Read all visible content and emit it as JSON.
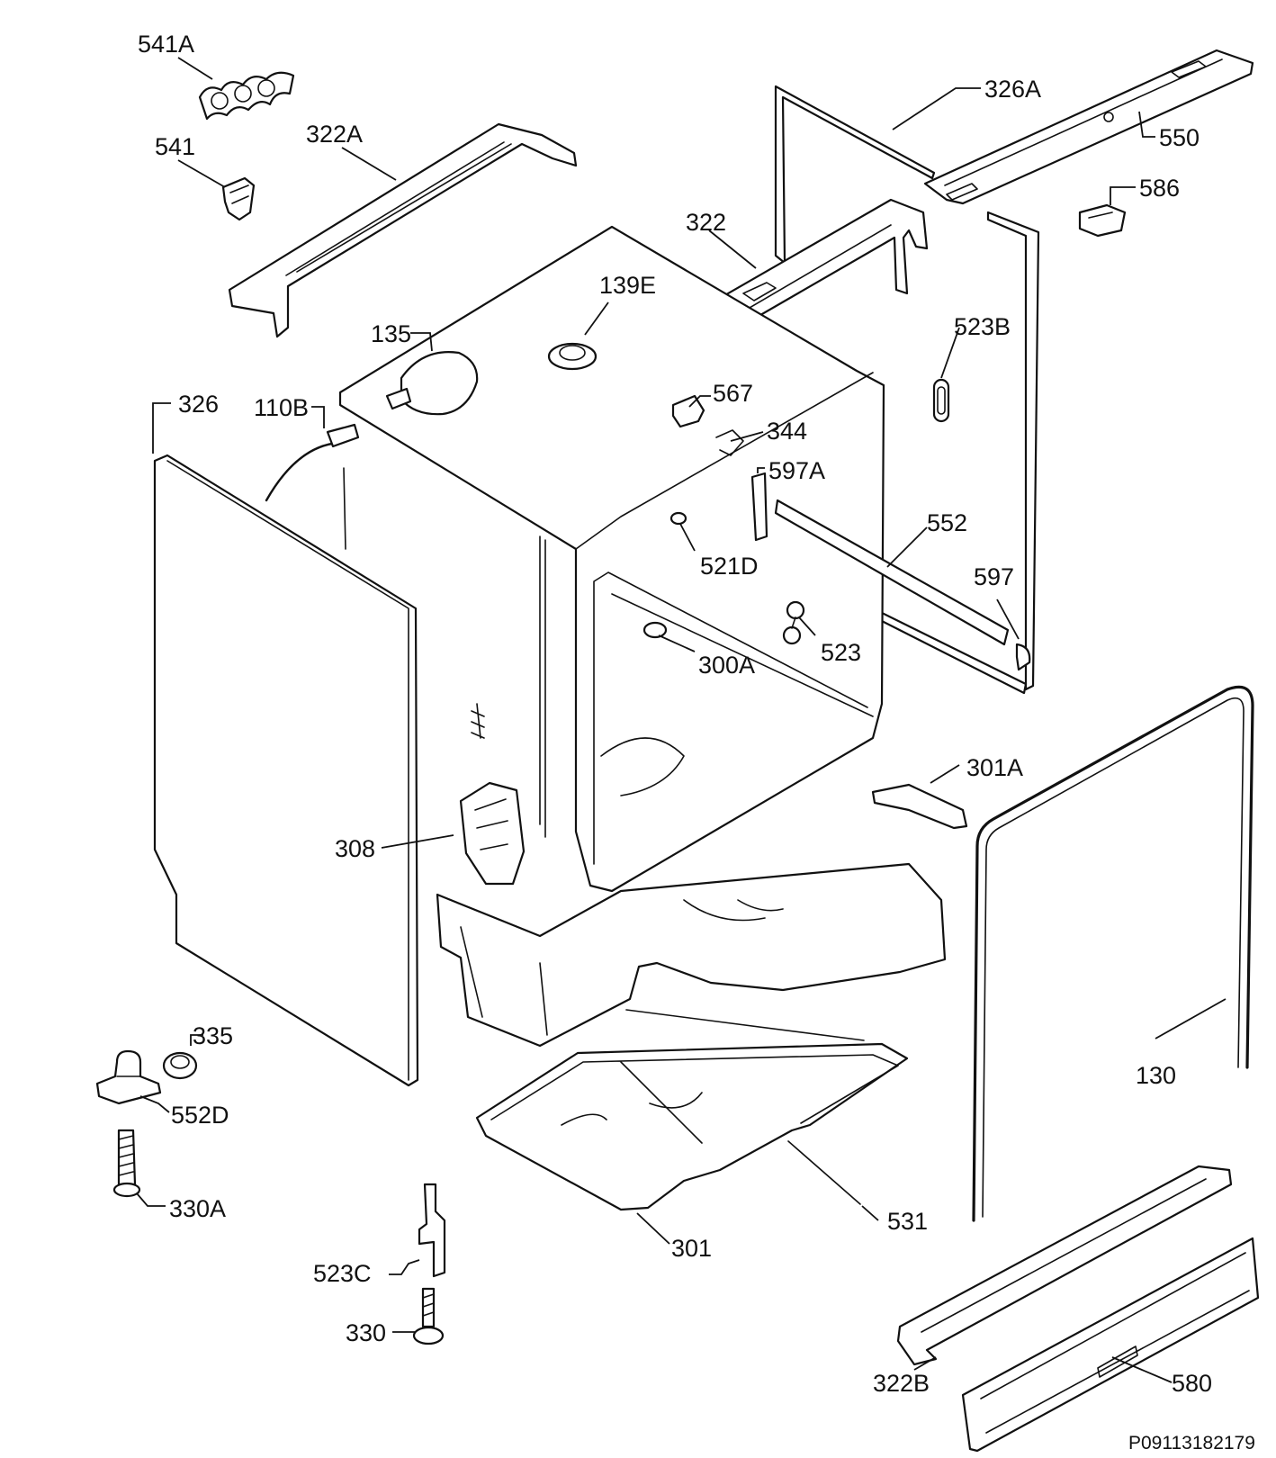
{
  "labels": {
    "l541A": "541A",
    "l541": "541",
    "l322A": "322A",
    "l326A": "326A",
    "l550": "550",
    "l586": "586",
    "l322": "322",
    "l139E": "139E",
    "l135": "135",
    "l523B": "523B",
    "l567": "567",
    "l326": "326",
    "l110B": "110B",
    "l344": "344",
    "l597A": "597A",
    "l552": "552",
    "l521D": "521D",
    "l597": "597",
    "l523": "523",
    "l300A": "300A",
    "l301A": "301A",
    "l308": "308",
    "l335": "335",
    "l130": "130",
    "l552D": "552D",
    "l330A": "330A",
    "l531": "531",
    "l301": "301",
    "l523C": "523C",
    "l330": "330",
    "l322B": "322B",
    "l580": "580"
  },
  "reference_code": "P09113182179"
}
